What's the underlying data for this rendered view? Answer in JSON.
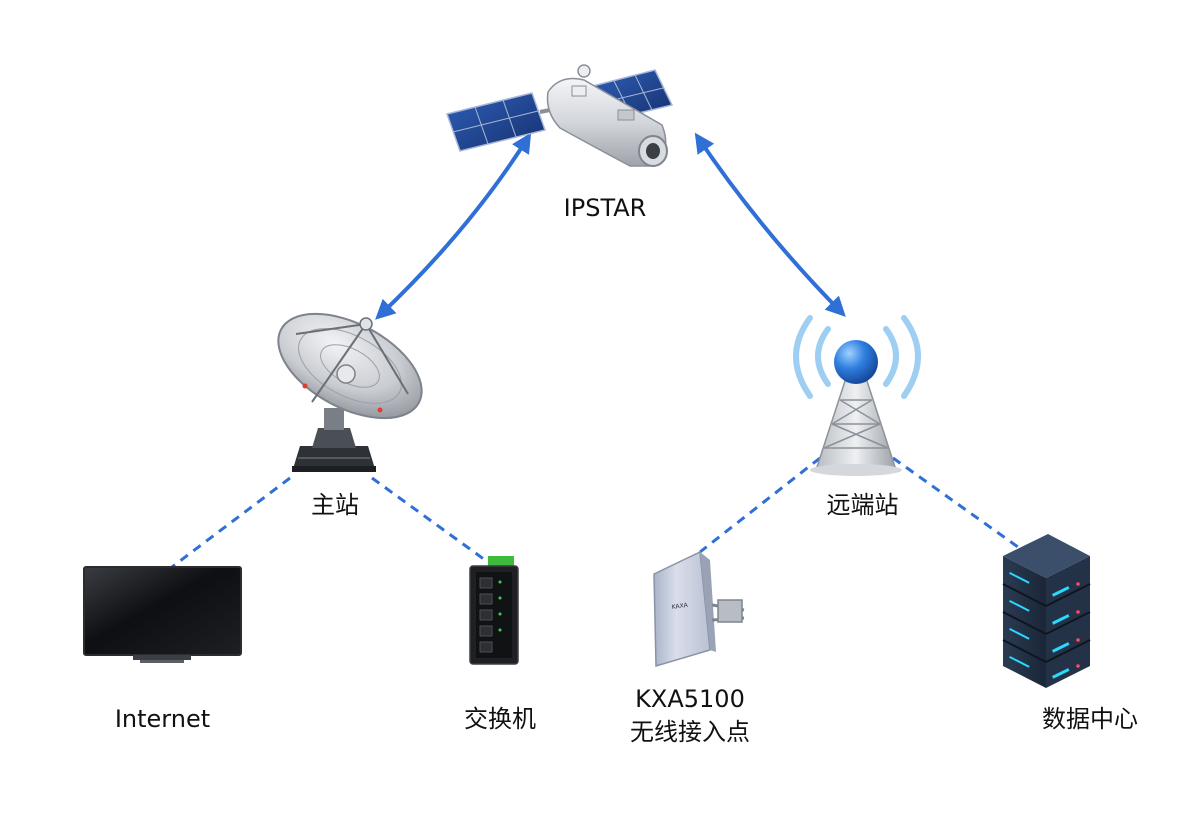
{
  "nodes": {
    "satellite": {
      "label": "IPSTAR",
      "icon": "satellite-icon"
    },
    "hub": {
      "label": "主站",
      "icon": "satellite-dish-icon"
    },
    "remote": {
      "label": "远端站",
      "icon": "radio-tower-icon"
    },
    "internet": {
      "label": "Internet",
      "icon": "monitor-icon"
    },
    "switch": {
      "label": "交换机",
      "icon": "network-switch-icon"
    },
    "ap": {
      "label_line1": "KXA5100",
      "label_line2": "无线接入点",
      "icon": "wireless-access-point-icon",
      "device_brand": "KAXA"
    },
    "datacenter": {
      "label": "数据中心",
      "icon": "server-rack-icon"
    }
  },
  "colors": {
    "link_arrow": "#2f6fd6",
    "link_dashed": "#2f6fd6",
    "solar_panel": "#1d3f8c",
    "signal_wave": "#9ecff2",
    "server_accent": "#2bd8ff"
  }
}
